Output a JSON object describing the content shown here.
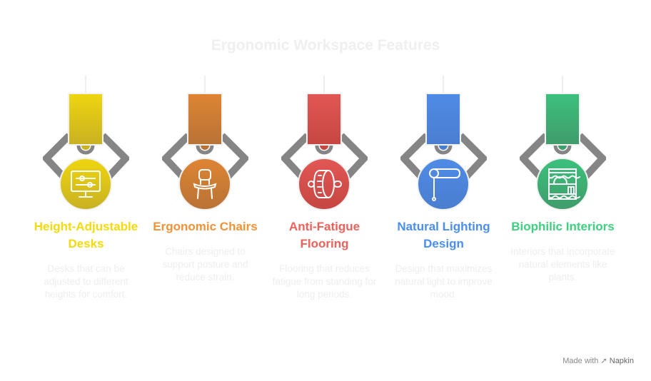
{
  "title": "Ergonomic Workspace Features",
  "features": [
    {
      "title": "Height-Adjustable Desks",
      "desc": "Desks that can be adjusted to different heights for comfort.",
      "icon": "monitor-sliders-icon",
      "top": "#efd60f",
      "bottom": "#c8b122"
    },
    {
      "title": "Ergonomic Chairs",
      "desc": "Chairs designed to support posture and reduce strain.",
      "icon": "chair-icon",
      "top": "#df8533",
      "bottom": "#b87236"
    },
    {
      "title": "Anti-Fatigue Flooring",
      "desc": "Flooring that reduces fatigue from standing for long periods.",
      "icon": "floor-mat-roll-icon",
      "top": "#e25755",
      "bottom": "#c64641"
    },
    {
      "title": "Natural Lighting Design",
      "desc": "Design that maximizes natural light to improve mood.",
      "icon": "window-blind-icon",
      "top": "#4f8be6",
      "bottom": "#4b7ecf"
    },
    {
      "title": "Biophilic Interiors",
      "desc": "Interiors that incorporate natural elements like plants.",
      "icon": "shelf-interior-icon",
      "top": "#3cc17c",
      "bottom": "#3f9c6b"
    }
  ],
  "title_colors": [
    "#f4da0a",
    "#f29236",
    "#f0605a",
    "#4a8ef0",
    "#3ed07f"
  ],
  "footer": {
    "made_with": "Made with",
    "brand": "Napkin"
  }
}
